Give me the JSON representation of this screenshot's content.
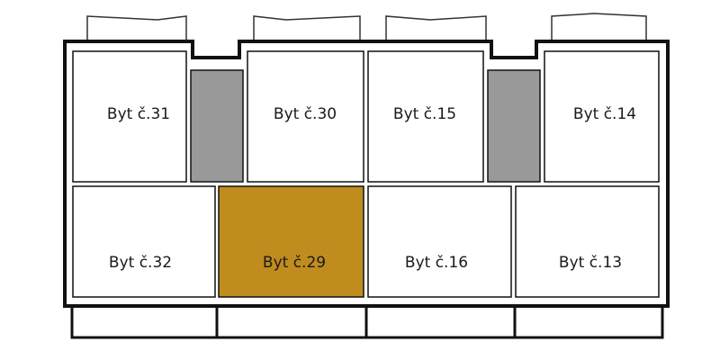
{
  "floorplan": {
    "colors": {
      "outline": "#111111",
      "unit_fill": "#ffffff",
      "selected_fill": "#c08c1e",
      "core_fill": "#999999"
    },
    "selected_unit": "Byt č.29",
    "top_row": [
      {
        "label": "Byt č.31"
      },
      {
        "label": "Byt č.30"
      },
      {
        "label": "Byt č.15"
      },
      {
        "label": "Byt č.14"
      }
    ],
    "bottom_row": [
      {
        "label": "Byt č.32"
      },
      {
        "label": "Byt č.29"
      },
      {
        "label": "Byt č.16"
      },
      {
        "label": "Byt č.13"
      }
    ]
  }
}
